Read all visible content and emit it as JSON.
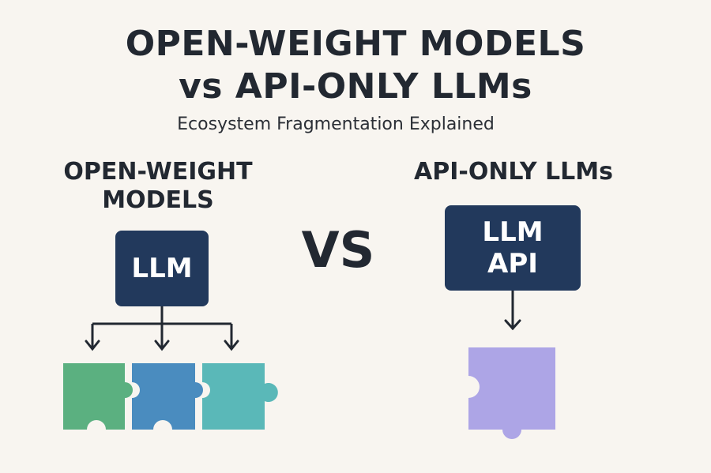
{
  "title": {
    "line1": "OPEN-WEIGHT MODELS",
    "line2": "vs API-ONLY LLMs"
  },
  "subtitle": "Ecosystem Fragmentation Explained",
  "left": {
    "heading_line1": "OPEN-WEIGHT",
    "heading_line2": "MODELS",
    "box_label": "LLM",
    "pieces": [
      {
        "color": "#5bb080"
      },
      {
        "color": "#4a8cbf"
      },
      {
        "color": "#5ab8b8"
      }
    ]
  },
  "vs_label": "VS",
  "right": {
    "heading": "API-ONLY LLMs",
    "box_line1": "LLM",
    "box_line2": "API",
    "piece": {
      "color": "#ada5e6"
    }
  },
  "colors": {
    "background": "#f8f5f0",
    "box": "#22395c",
    "arrow": "#222831"
  }
}
